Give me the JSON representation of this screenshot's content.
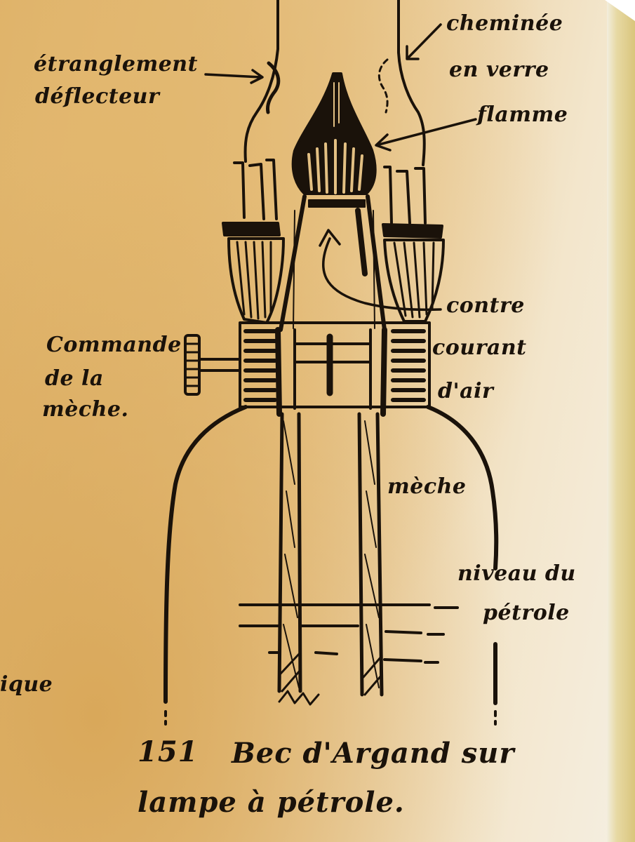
{
  "labels": {
    "etranglement_line1": "étranglement",
    "etranglement_line2": "déflecteur",
    "cheminee_line1": "cheminée",
    "cheminee_line2": "en verre",
    "flamme": "flamme",
    "contre_line1": "contre",
    "contre_line2": "courant",
    "contre_line3": "d'air",
    "commande_line1": "Commande",
    "commande_line2": "de la",
    "commande_line3": "mèche.",
    "meche": "mèche",
    "niveau_line1": "niveau du",
    "niveau_line2": "pétrole",
    "edge_fragment": "ique"
  },
  "caption": {
    "number": "151",
    "line1": "Bec d'Argand sur",
    "line2": "lampe à pétrole."
  },
  "colors": {
    "ink": "#1a120a",
    "paper": "#e6c184"
  }
}
